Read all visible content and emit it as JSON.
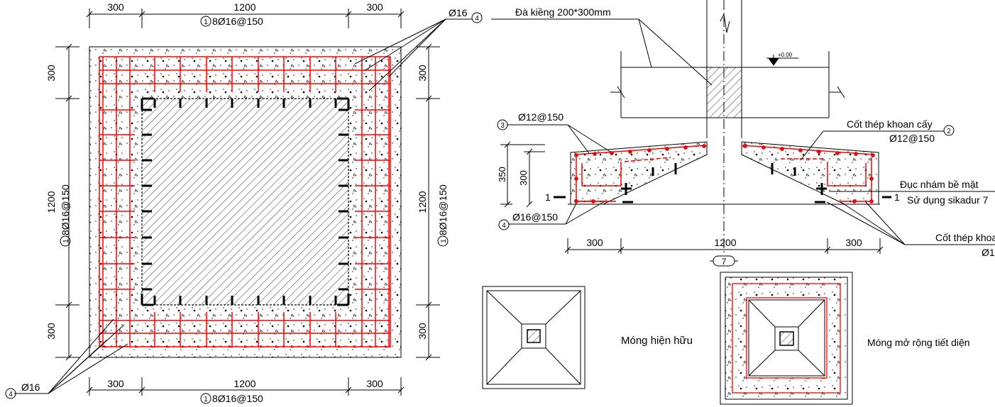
{
  "plan": {
    "dim_top": [
      "300",
      "1200",
      "300"
    ],
    "dim_bottom": [
      "300",
      "1200",
      "300"
    ],
    "dim_left": [
      "300",
      "1200",
      "300"
    ],
    "dim_right": [
      "300",
      "1200",
      "300"
    ],
    "rebar_top": "8Ø16@150",
    "rebar_bottom": "8Ø16@150",
    "rebar_left": "8Ø16@150",
    "rebar_right": "8Ø16@150",
    "tag_1": "1",
    "tag_4": "4",
    "dia_16_top": "Ø16",
    "dia_16_bottom": "Ø16"
  },
  "section": {
    "beam_label": "Đà kiềng 200*300mm",
    "level": "+0.00",
    "tag_3": "3",
    "rebar_3": "Ø12@150",
    "tag_4": "4",
    "rebar_4": "Ø16@150",
    "tag_2": "2",
    "drilled_label": "Cốt thép khoan cấy",
    "rebar_2": "Ø12@150",
    "rough_label": "Đục nhám bề mặt",
    "sikadur_label": "Sử dụng sikadur 7",
    "dowel_label": "Cốt thép khoa",
    "dowel_dia": "Ø1",
    "dim_350": "350",
    "dim_300v": "300",
    "dim_bottom": [
      "300",
      "1200",
      "300"
    ],
    "axis_tag": "7",
    "section_mark": "1"
  },
  "legend": {
    "existing": "Móng hiện hữu",
    "enlarged": "Móng mở rộng tiết diện"
  }
}
